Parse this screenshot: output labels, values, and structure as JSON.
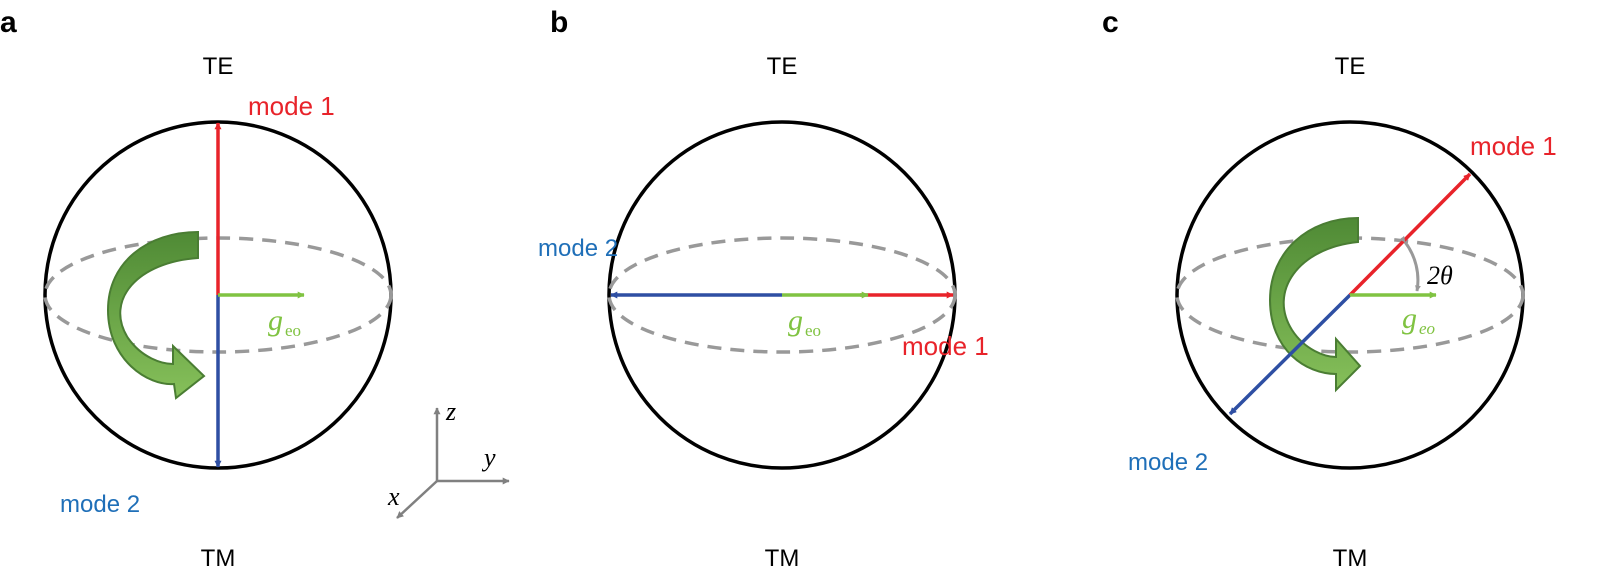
{
  "panels": [
    {
      "letter": "a",
      "top_label": "TE",
      "bottom_label": "TM",
      "mode1_label": "mode 1",
      "mode2_label": "mode 2",
      "g_symbol": "g",
      "g_subscript": "eo"
    },
    {
      "letter": "b",
      "top_label": "TE",
      "bottom_label": "TM",
      "mode1_label": "mode 1",
      "mode2_label": "mode 2",
      "g_symbol": "g",
      "g_subscript": "eo"
    },
    {
      "letter": "c",
      "top_label": "TE",
      "bottom_label": "TM",
      "mode1_label": "mode 1",
      "mode2_label": "mode 2",
      "g_symbol": "g",
      "g_subscript": "eo",
      "angle_label": "2θ"
    }
  ],
  "axes": {
    "z": "z",
    "y": "y",
    "x": "x"
  },
  "colors": {
    "mode1": "#e8232a",
    "mode2": "#2e4fa3",
    "mode_label_blue": "#1f6fb8",
    "g_arrow": "#80c342",
    "rotation_arrow": "#6da84a",
    "equator": "#999999",
    "sphere": "#000000",
    "axes": "#808080"
  },
  "icons": {
    "rotation": "curved-rotation-arrow-icon"
  }
}
